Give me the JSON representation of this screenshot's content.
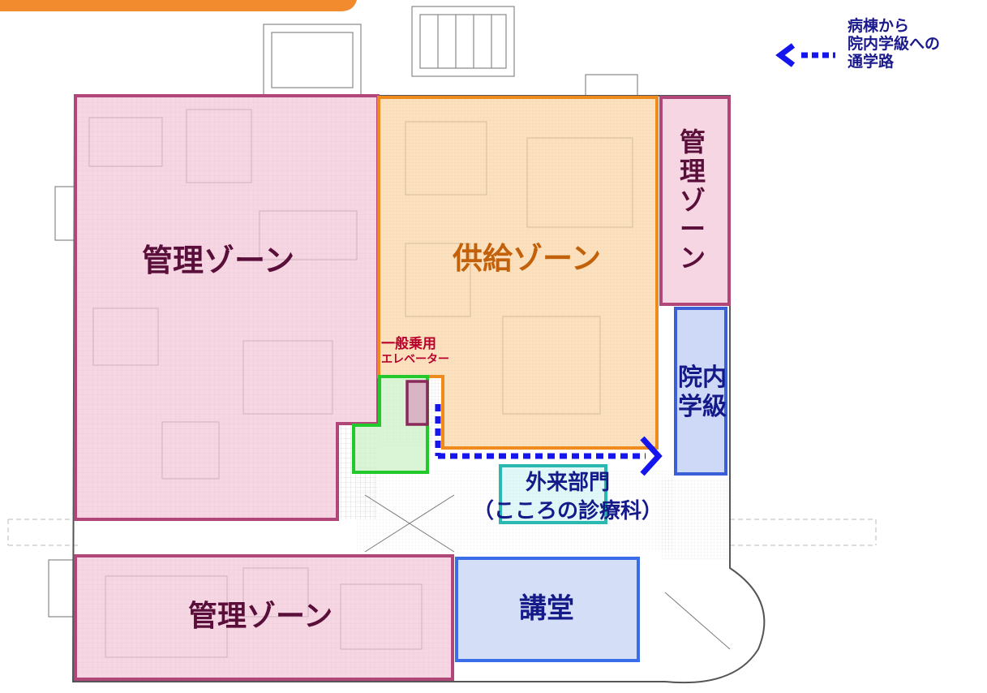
{
  "legend": {
    "line1": "病棟から",
    "line2": "院内学級への",
    "line3": "通学路",
    "arrow_color": "#1515ee"
  },
  "zones": {
    "admin_left": {
      "label": "管理ゾーン",
      "color": "#b04778",
      "fill": "#f2c6d8"
    },
    "supply": {
      "label": "供給ゾーン",
      "color": "#ef8b1c",
      "fill": "#fbd6a6"
    },
    "admin_right": {
      "chars": [
        "管",
        "理",
        "ゾ",
        "ー",
        "ン"
      ]
    },
    "school": {
      "chars": [
        "院内",
        "学級"
      ],
      "color": "#3a5fd6",
      "fill": "#bcccf3"
    },
    "elevator": {
      "line1": "一般乗用",
      "line2": "エレベーター",
      "color": "#b8002a"
    },
    "outpatient": {
      "line1": "外来部門",
      "line2": "（こころの診療科）",
      "color": "#2ab8b0"
    },
    "admin_bottom": {
      "label": "管理ゾーン"
    },
    "auditorium": {
      "label": "講堂",
      "color": "#3a6de8",
      "fill": "#c5d3f4"
    },
    "green": {
      "color": "#22c92a",
      "fill": "#cdf1c8"
    }
  },
  "label_color_dark": "#5a0f3a",
  "label_color_supply": "#c3610a",
  "label_color_blue": "#151a8a"
}
